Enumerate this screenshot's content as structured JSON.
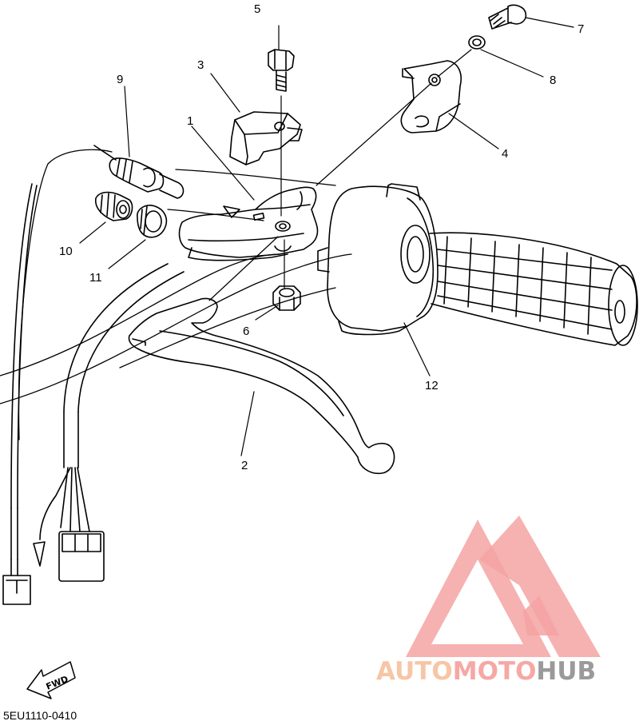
{
  "callouts": [
    "1",
    "2",
    "3",
    "4",
    "5",
    "6",
    "7",
    "8",
    "9",
    "10",
    "11",
    "12"
  ],
  "forward_label": "FWD",
  "diagram_code": "5EU1110-0410",
  "watermark": {
    "part1": "AUTO",
    "part2": "MOTO",
    "part3": "HUB",
    "color1": "#f6c6a6",
    "color2": "#f6a8a4",
    "color3": "#9a9a9a"
  }
}
